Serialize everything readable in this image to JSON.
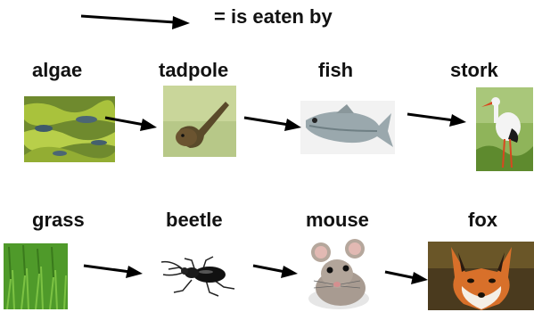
{
  "legend": {
    "text": "= is eaten by"
  },
  "chains": [
    {
      "organisms": [
        {
          "id": "algae",
          "label": "algae"
        },
        {
          "id": "tadpole",
          "label": "tadpole"
        },
        {
          "id": "fish",
          "label": "fish"
        },
        {
          "id": "stork",
          "label": "stork"
        }
      ]
    },
    {
      "organisms": [
        {
          "id": "grass",
          "label": "grass"
        },
        {
          "id": "beetle",
          "label": "beetle"
        },
        {
          "id": "mouse",
          "label": "mouse"
        },
        {
          "id": "fox",
          "label": "fox"
        }
      ]
    }
  ],
  "links": [
    {
      "from": "algae",
      "to": "tadpole"
    },
    {
      "from": "tadpole",
      "to": "fish"
    },
    {
      "from": "fish",
      "to": "stork"
    },
    {
      "from": "grass",
      "to": "beetle"
    },
    {
      "from": "beetle",
      "to": "mouse"
    },
    {
      "from": "mouse",
      "to": "fox"
    }
  ]
}
